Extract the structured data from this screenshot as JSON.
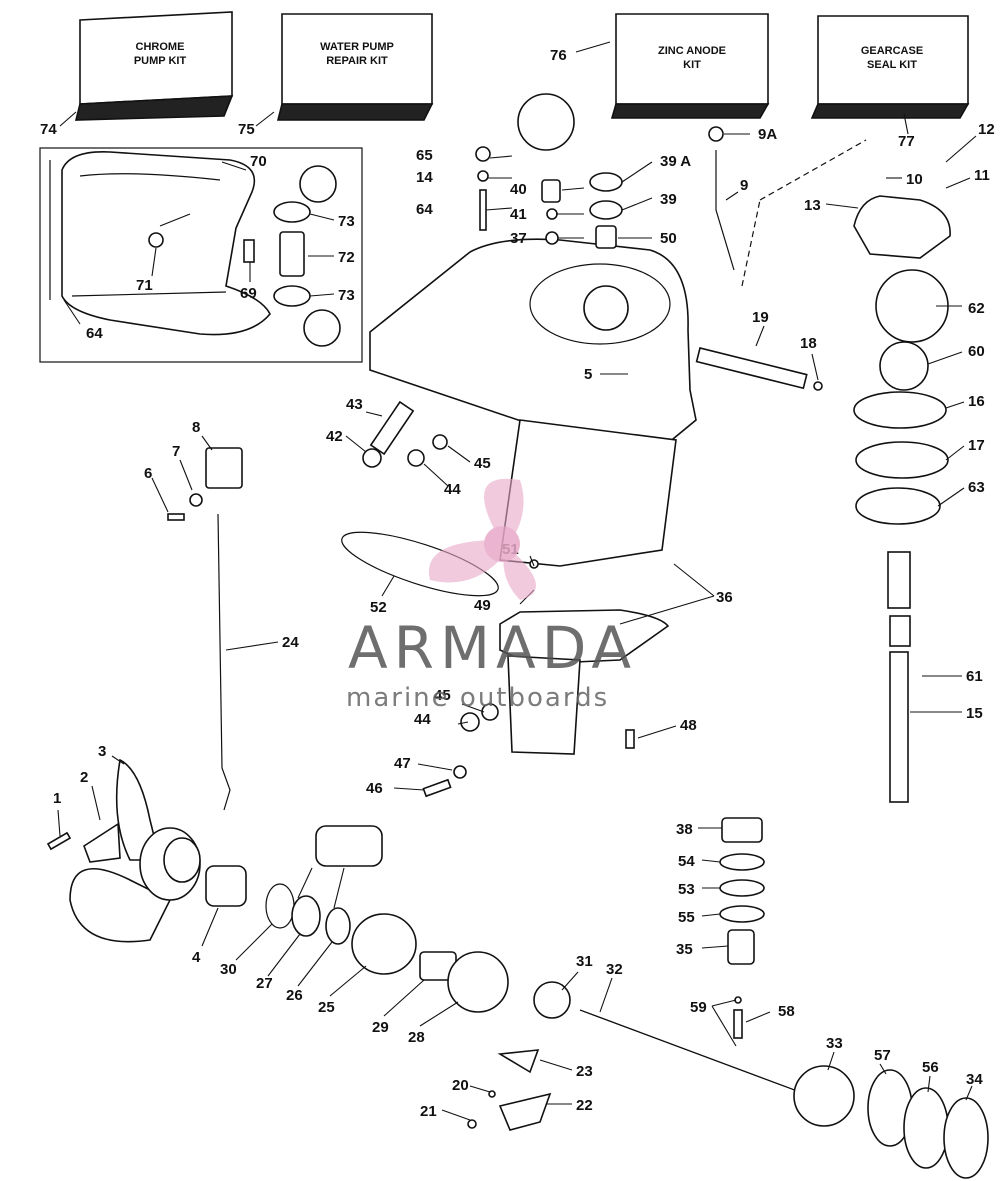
{
  "kits": [
    {
      "id": "74",
      "line1": "CHROME",
      "line2": "PUMP KIT"
    },
    {
      "id": "75",
      "line1": "WATER PUMP",
      "line2": "REPAIR KIT"
    },
    {
      "id": "76",
      "line1": "ZINC ANODE",
      "line2": "KIT"
    },
    {
      "id": "77",
      "line1": "GEARCASE",
      "line2": "SEAL KIT"
    }
  ],
  "callouts": [
    "1",
    "2",
    "3",
    "4",
    "5",
    "6",
    "7",
    "8",
    "9",
    "9A",
    "10",
    "11",
    "12",
    "13",
    "14",
    "15",
    "16",
    "17",
    "18",
    "19",
    "20",
    "21",
    "22",
    "23",
    "24",
    "25",
    "26",
    "27",
    "28",
    "29",
    "30",
    "31",
    "32",
    "33",
    "34",
    "35",
    "36",
    "37",
    "38",
    "39",
    "39 A",
    "40",
    "41",
    "42",
    "43",
    "44",
    "44",
    "45",
    "45",
    "46",
    "47",
    "48",
    "49",
    "50",
    "51",
    "52",
    "53",
    "54",
    "55",
    "56",
    "57",
    "58",
    "59",
    "60",
    "61",
    "62",
    "63",
    "64",
    "64",
    "65",
    "69",
    "70",
    "71",
    "72",
    "73",
    "73"
  ],
  "watermark": {
    "brand": "ARMADA",
    "tagline": "marine outboards",
    "color": "#e8a8c8"
  }
}
